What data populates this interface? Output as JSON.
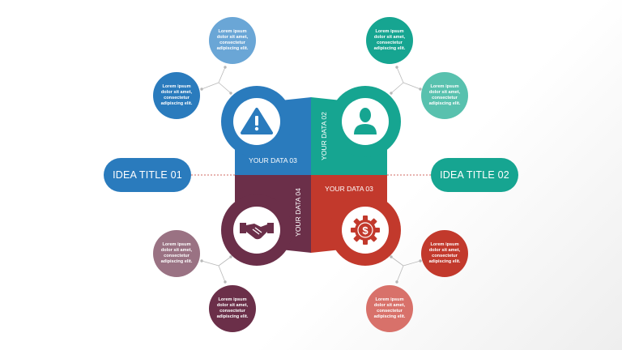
{
  "ideas": {
    "left": "IDEA TITLE 01",
    "right": "IDEA TITLE 02"
  },
  "quadrants": {
    "top_left": "YOUR DATA 03",
    "top_right": "YOUR DATA 02",
    "bottom_left": "YOUR DATA 04",
    "bottom_right": "YOUR DATA 03"
  },
  "bubble_text": "Lorem ipsum dolor sit amet, consectetur adipiscing elit.",
  "icons": {
    "top_left": "warning-icon",
    "top_right": "user-icon",
    "bottom_left": "handshake-icon",
    "bottom_right": "dollar-gear-icon"
  },
  "colors": {
    "blue": "#2a7bbd",
    "teal": "#16a591",
    "plum": "#6b2f49",
    "red": "#c2392c",
    "light_blue": "#6aa6d6",
    "light_teal": "#58c1ae",
    "light_plum": "#9a7283",
    "light_red": "#d8716a"
  }
}
